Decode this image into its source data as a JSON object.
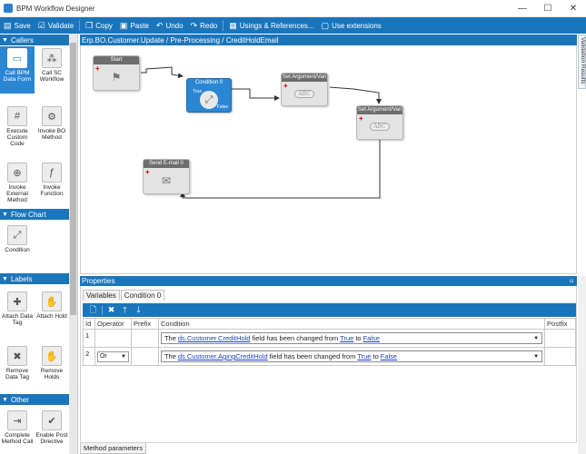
{
  "window": {
    "title": "BPM Workflow Designer",
    "minimize": "—",
    "maximize": "☐",
    "close": "✕"
  },
  "toolbar": {
    "save": "Save",
    "validate": "Validate",
    "copy": "Copy",
    "paste": "Paste",
    "undo": "Undo",
    "redo": "Redo",
    "usings": "Usings & References...",
    "extensions": "Use extensions"
  },
  "palette": {
    "sections": [
      "Callers",
      "Flow Chart",
      "Labels",
      "Other"
    ],
    "callers": [
      "Call BPM Data Form",
      "Call SC Workflow",
      "Execute Custom Code",
      "Invoke BO Method",
      "Invoke External Method",
      "Invoke Function"
    ],
    "flowchart": [
      "Condition"
    ],
    "labels": [
      "Attach Data Tag",
      "Attach Hold",
      "Remove Data Tag",
      "Remove Holds"
    ],
    "other": [
      "Complete Method Call",
      "Enable Post Directive"
    ]
  },
  "path": "Erp.BO.Customer.Update / Pre-Processing / CreditHoldEmail",
  "side_tab": "Validation Results",
  "nodes": {
    "start": "Start",
    "condition": "Condition 0",
    "condition_true": "True",
    "condition_false": "False",
    "setarg1": "Set Argument/Vari",
    "setarg2": "Set Argument/Vari",
    "abc": "ABC",
    "email": "Send E-mail 0"
  },
  "properties": {
    "title": "Properties",
    "pin": "⌑",
    "tabs": [
      "Variables",
      "Condition 0"
    ],
    "columns": [
      "Id",
      "Operator",
      "Prefix",
      "Condition",
      "Postfix"
    ],
    "rows": [
      {
        "id": "1",
        "operator": "",
        "prefix": "",
        "cond_pre": "The",
        "cond_field": "ds.Customer.CreditHold",
        "cond_mid": "field has been changed from",
        "cond_from": "True",
        "cond_to_word": "to",
        "cond_to": "False"
      },
      {
        "id": "2",
        "operator": "Or",
        "prefix": "",
        "cond_pre": "The",
        "cond_field": "ds.Customer.AgingCreditHold",
        "cond_mid": "field has been changed from",
        "cond_from": "True",
        "cond_to_word": "to",
        "cond_to": "False"
      }
    ]
  },
  "bottom_tab": "Method parameters",
  "colors": {
    "accent": "#1b75bb",
    "selected": "#2b86d4",
    "link": "#1a3fc2"
  }
}
